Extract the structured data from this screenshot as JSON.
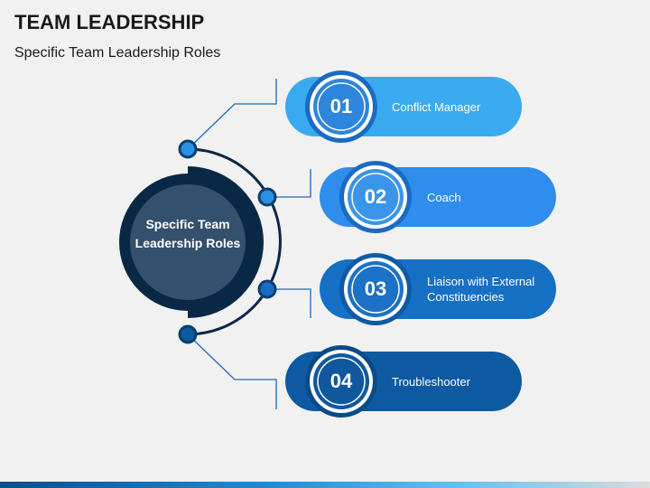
{
  "header": {
    "title": "TEAM LEADERSHIP",
    "subtitle": "Specific Team Leadership Roles"
  },
  "center": {
    "label": "Specific Team Leadership Roles"
  },
  "roles": [
    {
      "number": "01",
      "label": "Conflict Manager",
      "color": "#3aaaf0"
    },
    {
      "number": "02",
      "label": "Coach",
      "color": "#2e8ded"
    },
    {
      "number": "03",
      "label": "Liaison with External Constituencies",
      "color": "#1670c4"
    },
    {
      "number": "04",
      "label": "Troubleshooter",
      "color": "#0d5aa2"
    }
  ],
  "colors": {
    "center_outer": "#082845",
    "center_inner": "#33506d",
    "connector": "#1c69b8"
  }
}
